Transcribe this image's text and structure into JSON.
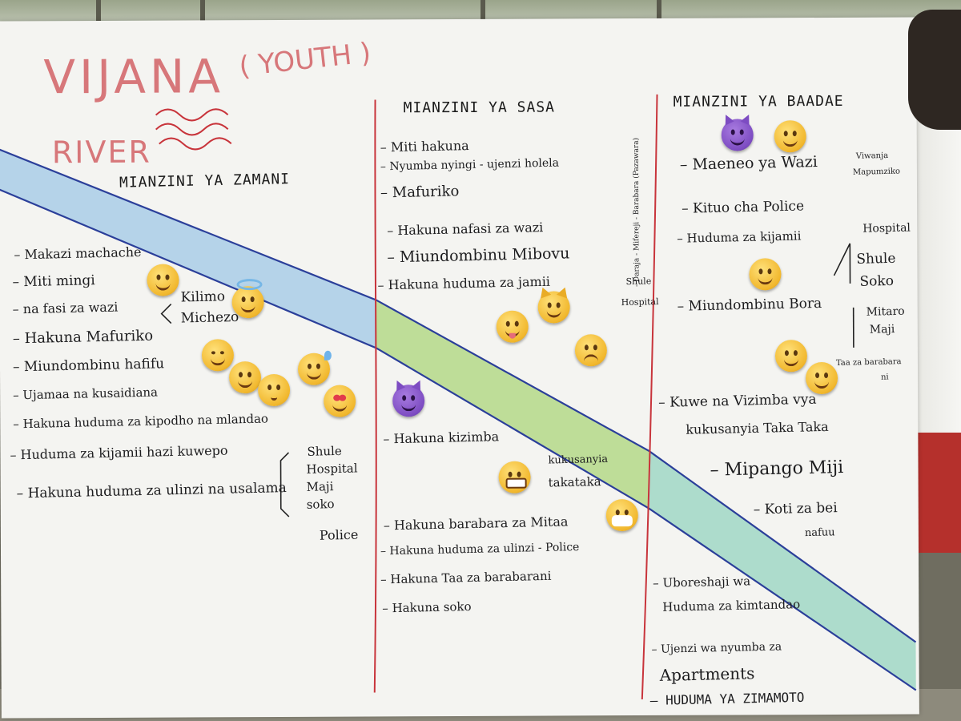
{
  "poster": {
    "title": "VIJANA",
    "subtitle": "( YOUTH )",
    "river_label": "RIVER",
    "colors": {
      "title_ink": "#d7777a",
      "divider_ink": "#c8343b",
      "river_past": "#a9cde8",
      "river_present": "#b8da8e",
      "river_future": "#a5d9c8",
      "river_outline": "#2b3f9a"
    }
  },
  "columns": {
    "past": {
      "header": "MIANZINI YA ZAMANI",
      "items": [
        "Makazi machache",
        "Miti mingi",
        "na fasi za wazi",
        "Hakuna Mafuriko",
        "Miundombinu hafifu",
        "Ujamaa na kusaidiana",
        "Hakuna huduma za kipodho na mlandao",
        "Huduma za kijamii hazi kuwepo",
        "Hakuna huduma za ulinzi na usalama"
      ],
      "bracket_items": [
        "Kilimo",
        "Michezo"
      ],
      "services": [
        "Shule",
        "Hospital",
        "Maji",
        "soko"
      ],
      "police_note": "Police"
    },
    "present": {
      "header": "MIANZINI YA SASA",
      "items": [
        "Miti hakuna",
        "Nyumba nyingi - ujenzi holela",
        "Mafuriko",
        "Hakuna nafasi za wazi",
        "Miundombinu Mibovu",
        "Hakuna huduma za jamii",
        "Hakuna kizimba",
        "Hakuna barabara za Mitaa",
        "Hakuna huduma za ulinzi - Police",
        "Hakuna Taa za barabarani",
        "Hakuna soko"
      ],
      "jamii_notes": [
        "Shule",
        "Hospital"
      ],
      "kizimba_note": [
        "kukusanyia",
        "takataka"
      ],
      "vertical_note": [
        "- Daraja",
        "- Mifereji",
        "- Barabara (Pazawara)"
      ]
    },
    "future": {
      "header": "MIANZINI YA BAADAE",
      "items": [
        "Maeneo ya Wazi",
        "Kituo cha Police",
        "Huduma za kijamii",
        "Miundombinu Bora",
        "Kuwe na Vizimba vya",
        "kukusanyia Taka Taka",
        "Mipango Miji",
        "Koti za bei",
        "nafuu",
        "Uboreshaji wa",
        "Huduma za kimtandao",
        "Ujenzi wa nyumba za",
        "Apartments",
        "HUDUMA YA ZIMAMOTO"
      ],
      "wazi_note": [
        "Viwanja",
        "Mapumziko"
      ],
      "jamii_notes": [
        "Hospital",
        "Shule",
        "Soko"
      ],
      "bora_notes": [
        "Mitaro",
        "Maji"
      ],
      "taa_note": [
        "Taa za barabara",
        "ni"
      ]
    }
  },
  "stickers": [
    {
      "face": "laughing-icon"
    },
    {
      "face": "angel-icon"
    },
    {
      "face": "tears-of-joy-icon"
    },
    {
      "face": "smile-icon"
    },
    {
      "face": "kiss-icon"
    },
    {
      "face": "sweat-smile-icon"
    },
    {
      "face": "heart-eyes-icon"
    },
    {
      "face": "devil-icon"
    },
    {
      "face": "tongue-wink-icon"
    },
    {
      "face": "cat-grin-icon"
    },
    {
      "face": "sad-icon"
    },
    {
      "face": "grimace-icon"
    },
    {
      "face": "mask-icon"
    },
    {
      "face": "devil-icon"
    },
    {
      "face": "grin-icon"
    },
    {
      "face": "smile-icon"
    },
    {
      "face": "blush-icon"
    },
    {
      "face": "wink-icon"
    }
  ]
}
